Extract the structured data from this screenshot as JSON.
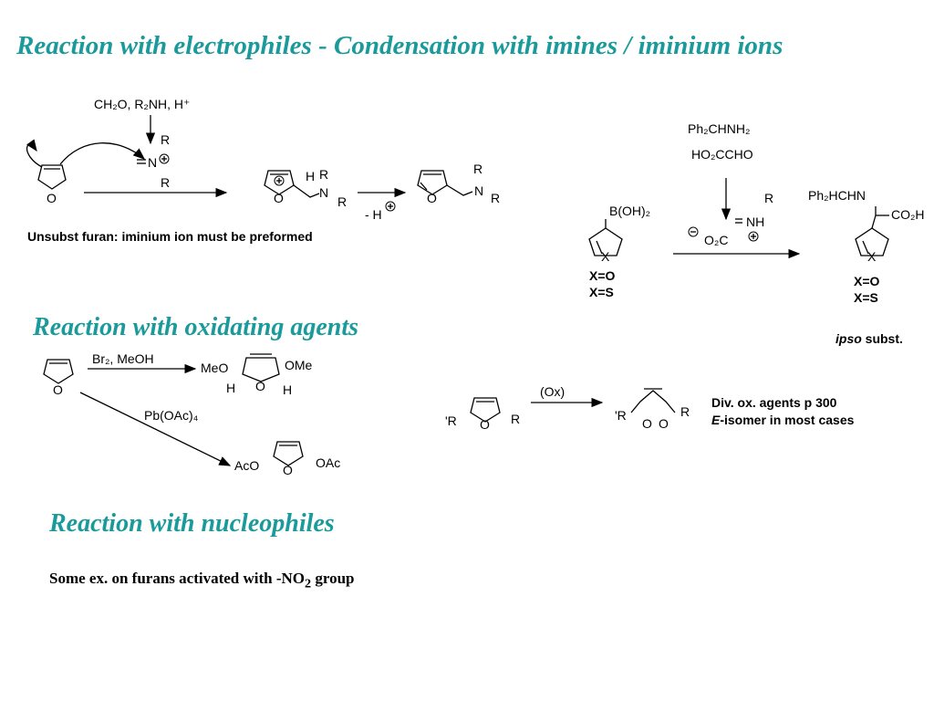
{
  "title": "Reaction with electrophiles - Condensation with imines / iminium ions",
  "sections": {
    "oxidation": "Reaction with oxidating agents",
    "nucleophiles": "Reaction with nucleophiles"
  },
  "nucleophile_note": {
    "pre": "Some ex. on furans activated with -NO",
    "sub": "2",
    "post": " group"
  },
  "electrophile_scheme": {
    "reagents": "CH₂O, R₂NH, H⁺",
    "iminium_R_top": "R",
    "iminium_N": "N",
    "iminium_R_bottom": "R",
    "ring_O": "O",
    "intermediate_H": "H",
    "intermediate_R": "R",
    "intermediate_N": "N",
    "intermediate_R2": "R",
    "step2_reagent": "- H",
    "product_R": "R",
    "product_N": "N",
    "product_R2": "R",
    "caption": "Unsubst furan: iminium ion must be preformed"
  },
  "petasis_scheme": {
    "reagent1": "Ph₂CHNH₂",
    "reagent2": "HO₂CCHO",
    "boronic": "B(OH)₂",
    "ring_X": "X",
    "iminium_R": "R",
    "iminium_NH": "NH",
    "carboxylate": "O₂C",
    "product_amine": "Ph₂HCHN",
    "product_acid": "CO₂H",
    "x_o": "X=O",
    "x_s": "X=S",
    "ipso_italic": "ipso",
    "ipso_rest": " subst."
  },
  "oxidation_scheme": {
    "reagent_top": "Br₂, MeOH",
    "reagent_bottom": "Pb(OAc)₄",
    "meo": "MeO",
    "ome": "OMe",
    "h": "H",
    "aco": "AcO",
    "oac": "OAc",
    "ox_label": "(Ox)",
    "r_prime": "'R",
    "r": "R",
    "note_line1": "Div. ox. agents p 300",
    "note_line2_italic": "E",
    "note_line2_rest": "-isomer in most cases"
  }
}
